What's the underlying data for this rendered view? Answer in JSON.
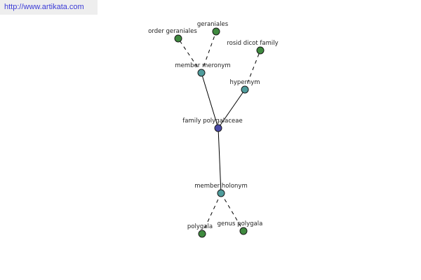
{
  "source_link": "http://www.artikata.com",
  "colors": {
    "center_node": "#4a4aa8",
    "relation_node": "#4f9c9c",
    "leaf_node": "#3f8a3f",
    "edge": "#000000"
  },
  "graph": {
    "center": {
      "label": "family polygalaceae"
    },
    "relations": [
      {
        "id": "member-meronym",
        "label": "member meronym"
      },
      {
        "id": "hypernym",
        "label": "hypernym"
      },
      {
        "id": "member-holonym",
        "label": "member holonym"
      }
    ],
    "leaves": [
      {
        "id": "order-geraniales",
        "label": "order geraniales",
        "relation": "member-meronym"
      },
      {
        "id": "geraniales",
        "label": "geraniales",
        "relation": "member-meronym"
      },
      {
        "id": "rosid-dicot-family",
        "label": "rosid dicot family",
        "relation": "hypernym"
      },
      {
        "id": "polygala",
        "label": "polygala",
        "relation": "member-holonym"
      },
      {
        "id": "genus-polygala",
        "label": "genus polygala",
        "relation": "member-holonym"
      }
    ]
  }
}
